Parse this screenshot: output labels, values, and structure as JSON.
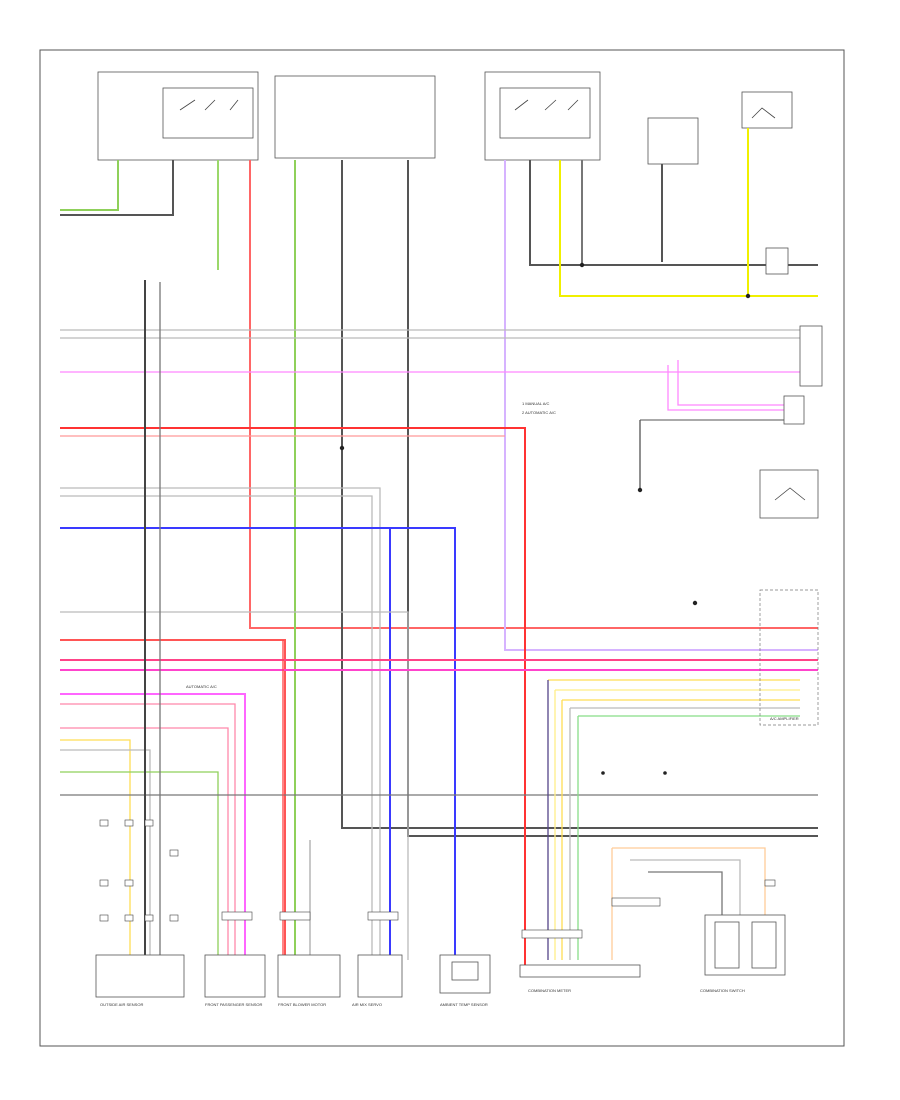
{
  "diagram": {
    "footer_code": "",
    "labels": {
      "legend_manual": "1  MANUAL A/C",
      "legend_auto": "2  AUTOMATIC A/C",
      "note_automatic": "AUTOMATIC A/C",
      "comp_1": "OUTSIDE AIR SENSOR",
      "comp_2": "FRONT PASSENGER SENSOR",
      "comp_3": "FRONT BLOWER MOTOR",
      "comp_4": "AIR MIX SERVO",
      "comp_5": "AMBIENT TEMP SENSOR",
      "comp_6": "COMBINATION METER",
      "comp_7": "COMBINATION SWITCH",
      "ecu_label": "A/C AMPLIFIER"
    }
  }
}
